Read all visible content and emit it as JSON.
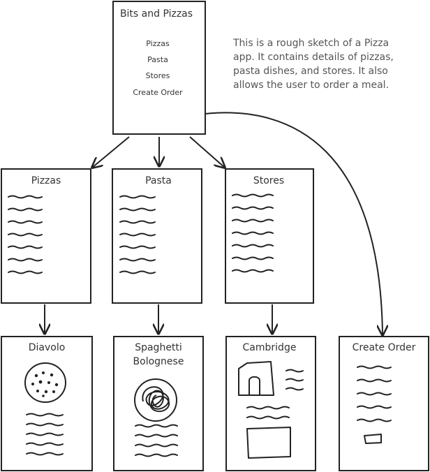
{
  "home": {
    "title": "Bits and Pizzas",
    "menu": [
      "Pizzas",
      "Pasta",
      "Stores",
      "Create Order"
    ]
  },
  "note": [
    "This is a rough sketch of a Pizza",
    "app. It contains details of pizzas,",
    "pasta dishes, and stores. It also",
    "allows the user to order a meal."
  ],
  "lists": {
    "pizzas": "Pizzas",
    "pasta": "Pasta",
    "stores": "Stores"
  },
  "details": {
    "diavolo": "Diavolo",
    "spaghetti_line1": "Spaghetti",
    "spaghetti_line2": "Bolognese",
    "cambridge": "Cambridge",
    "create_order": "Create Order"
  }
}
